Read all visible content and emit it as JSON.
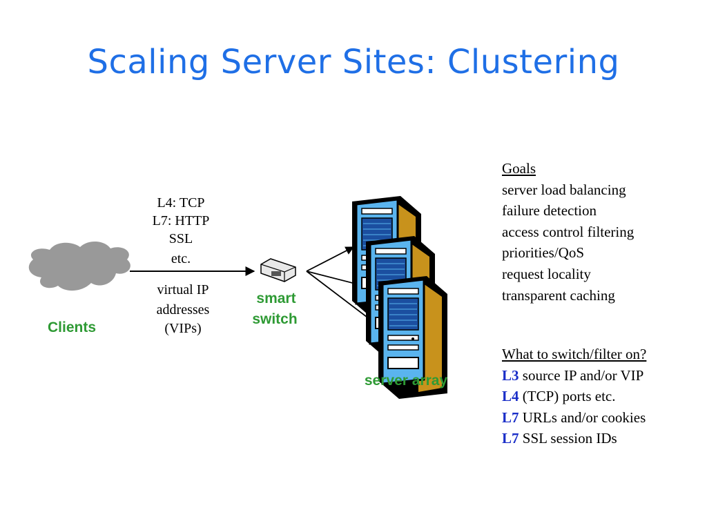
{
  "slide": {
    "title": "Scaling Server Sites: Clustering"
  },
  "diagram": {
    "clients_label": "Clients",
    "protocol_lines": [
      "L4: TCP",
      "L7: HTTP",
      "SSL",
      "etc."
    ],
    "vip_lines": [
      "virtual IP",
      "addresses",
      "(VIPs)"
    ],
    "switch_label_lines": [
      "smart",
      "switch"
    ],
    "server_label": "server array"
  },
  "goals": {
    "heading": "Goals",
    "items": [
      "server load balancing",
      "failure detection",
      "access control filtering",
      "priorities/QoS",
      "request locality",
      "transparent caching"
    ]
  },
  "switching": {
    "heading": "What to switch/filter on?",
    "items": [
      {
        "level": "L3",
        "text": "source IP and/or VIP"
      },
      {
        "level": "L4",
        "text": "(TCP) ports etc."
      },
      {
        "level": "L7",
        "text": "URLs and/or cookies"
      },
      {
        "level": "L7",
        "text": "SSL session IDs"
      }
    ]
  },
  "colors": {
    "title": "#1f6fe6",
    "green_label": "#2e9a34",
    "level_label": "#1a2ec8",
    "cloud": "#999999",
    "server_body": "#c8921c",
    "server_face": "#5ab4ee"
  }
}
